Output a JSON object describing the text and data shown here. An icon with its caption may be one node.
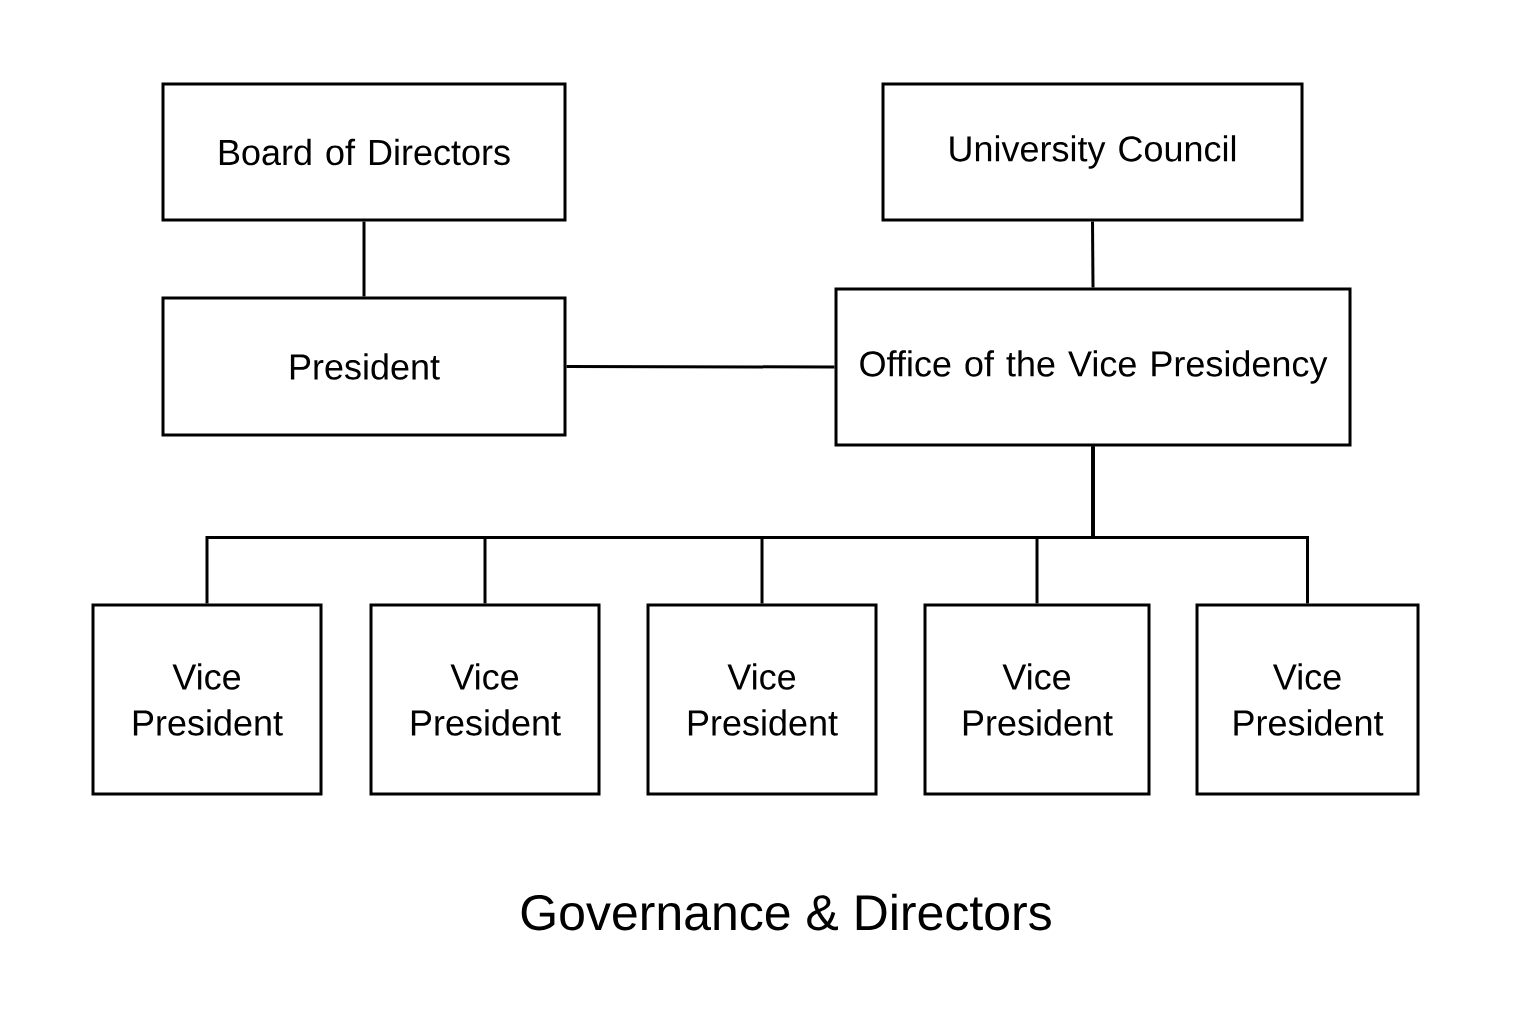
{
  "diagram": {
    "caption": "Governance & Directors",
    "nodes": [
      {
        "text": [
          "Board of Directors"
        ]
      },
      {
        "text": [
          "University Council"
        ]
      },
      {
        "text": [
          "President"
        ]
      },
      {
        "text": [
          "Office of the Vice Presidency"
        ]
      },
      {
        "text": [
          "Vice President"
        ]
      },
      {
        "text": [
          "Vice President"
        ]
      },
      {
        "text": [
          "Vice President"
        ]
      },
      {
        "text": [
          "Vice President"
        ]
      },
      {
        "text": [
          "Vice President"
        ]
      }
    ],
    "edges": [
      {
        "from": 0,
        "to": 2,
        "arrow": "none"
      },
      {
        "from": 1,
        "to": 3,
        "arrow": "none"
      },
      {
        "from": 2,
        "to": 3,
        "arrow": "none"
      },
      {
        "from": 3,
        "to": 4,
        "arrow": "none"
      },
      {
        "from": 3,
        "to": 5,
        "arrow": "none"
      },
      {
        "from": 3,
        "to": 6,
        "arrow": "none"
      },
      {
        "from": 3,
        "to": 7,
        "arrow": "none"
      },
      {
        "from": 3,
        "to": 8,
        "arrow": "none"
      }
    ]
  }
}
